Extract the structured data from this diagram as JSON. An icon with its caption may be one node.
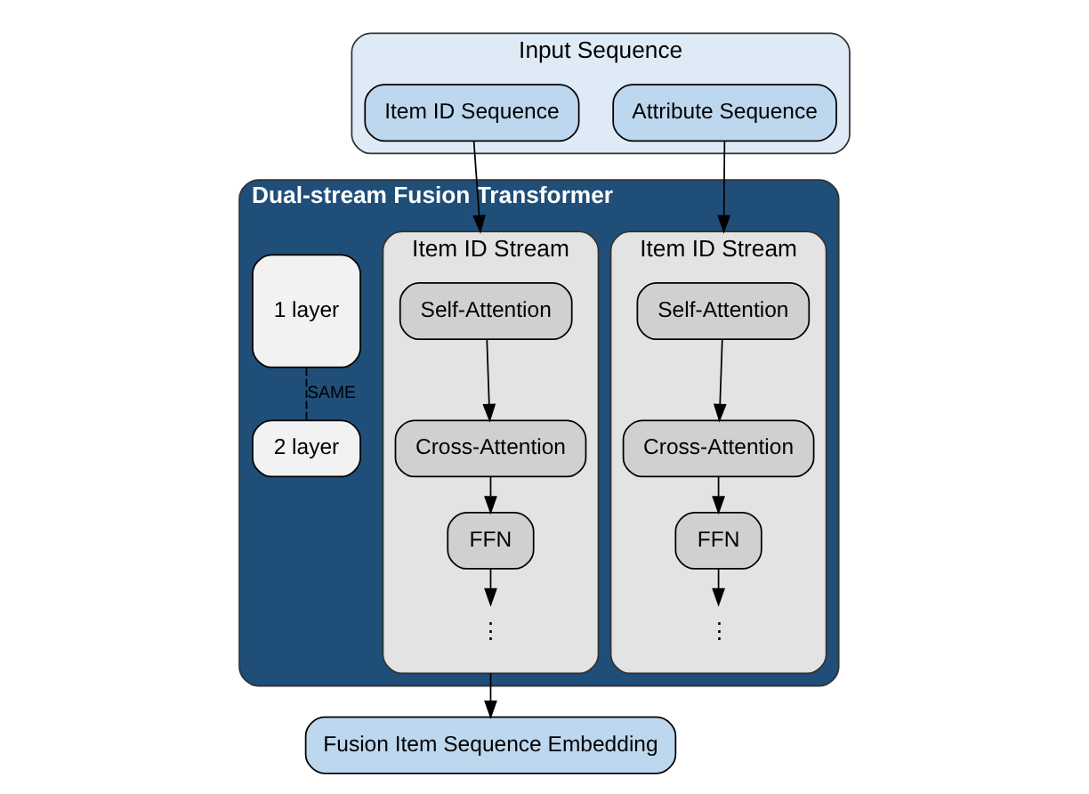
{
  "diagram": {
    "nodes": [
      {
        "text": [
          "Input Sequence"
        ]
      },
      {
        "text": [
          "Item ID Sequence"
        ],
        "in": 0
      },
      {
        "text": [
          "Attribute Sequence"
        ],
        "in": 0
      },
      {
        "text": [
          "Dual-stream Fusion Transformer"
        ]
      },
      {
        "text": [
          "1 layer"
        ],
        "in": 3
      },
      {
        "text": [
          "2 layer"
        ],
        "in": 3
      },
      {
        "text": [
          "Item ID Stream"
        ],
        "in": 3
      },
      {
        "text": [
          "Self-Attention"
        ],
        "in": 6
      },
      {
        "text": [
          "Cross-Attention"
        ],
        "in": 6
      },
      {
        "text": [
          "FFN"
        ],
        "in": 6
      },
      {
        "text": [
          "⋮"
        ],
        "in": 6
      },
      {
        "text": [
          "Item ID Stream"
        ],
        "in": 3
      },
      {
        "text": [
          "Self-Attention"
        ],
        "in": 11
      },
      {
        "text": [
          "Cross-Attention"
        ],
        "in": 11
      },
      {
        "text": [
          "FFN"
        ],
        "in": 11
      },
      {
        "text": [
          "⋮"
        ],
        "in": 11
      },
      {
        "text": [
          "Fusion Item Sequence Embedding"
        ]
      }
    ],
    "edges": [
      {
        "from": 1,
        "to": 6,
        "arrow": "to"
      },
      {
        "from": 2,
        "to": 11,
        "arrow": "to"
      },
      {
        "from": 7,
        "to": 8,
        "arrow": "to"
      },
      {
        "from": 8,
        "to": 9,
        "arrow": "to"
      },
      {
        "from": 9,
        "to": 10,
        "arrow": "to"
      },
      {
        "from": 12,
        "to": 13,
        "arrow": "to"
      },
      {
        "from": 13,
        "to": 14,
        "arrow": "to"
      },
      {
        "from": 14,
        "to": 15,
        "arrow": "to"
      },
      {
        "from": 6,
        "to": 16,
        "arrow": "to"
      },
      {
        "from": 4,
        "to": 5,
        "arrow": "none",
        "style": "dashed",
        "label": "SAME"
      }
    ]
  }
}
